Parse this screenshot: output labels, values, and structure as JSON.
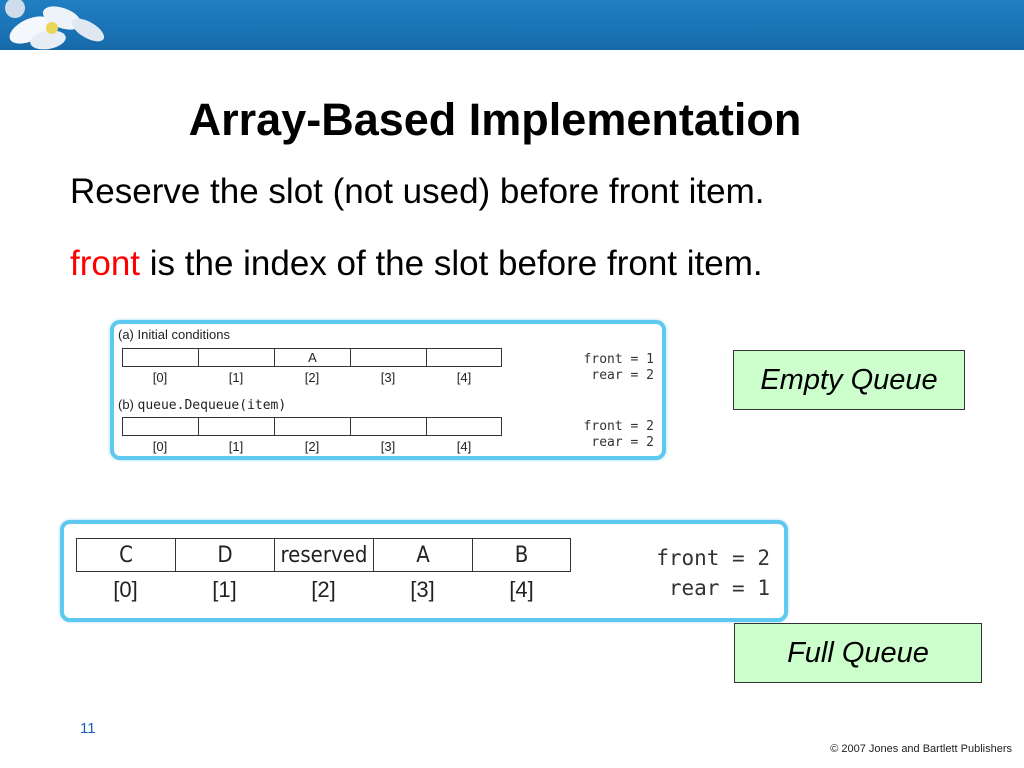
{
  "slide": {
    "title": "Array-Based Implementation",
    "line1": "Reserve the slot (not used) before front item.",
    "line2_highlight": "front",
    "line2_rest": " is the index of the slot before front item.",
    "page_number": "11",
    "copyright": "© 2007 Jones and Bartlett Publishers"
  },
  "figure_a": {
    "caption_a": "(a) Initial conditions",
    "caption_b_prefix": "(b) ",
    "caption_b_code": "queue.Dequeue(item)",
    "row1_cells": [
      "",
      "",
      "A",
      "",
      ""
    ],
    "row2_cells": [
      "",
      "",
      "",
      "",
      ""
    ],
    "indices": [
      "[0]",
      "[1]",
      "[2]",
      "[3]",
      "[4]"
    ],
    "row1_front": "front = 1",
    "row1_rear": "rear = 2",
    "row2_front": "front = 2",
    "row2_rear": "rear = 2"
  },
  "figure_b": {
    "cells": [
      "C",
      "D",
      "reserved",
      "A",
      "B"
    ],
    "indices": [
      "[0]",
      "[1]",
      "[2]",
      "[3]",
      "[4]"
    ],
    "front": "front = 2",
    "rear": "rear = 1"
  },
  "labels": {
    "empty": "Empty Queue",
    "full": "Full Queue"
  },
  "colors": {
    "accent_red": "#ff0000",
    "banner_blue": "#1a73b5",
    "panel_border": "#5ec8ef",
    "label_fill": "#ccffcc"
  },
  "icons": {
    "banner_decoration": "flower-icon"
  }
}
